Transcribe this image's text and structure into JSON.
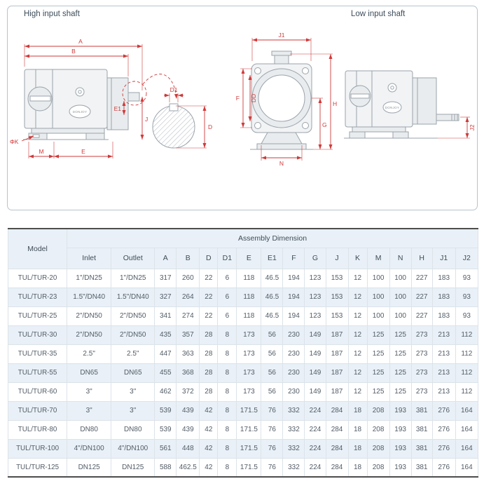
{
  "diagram": {
    "high_label": "High input shaft",
    "low_label": "Low input shaft",
    "brand": "DONJOY",
    "labels": {
      "a": "A",
      "b": "B",
      "e1": "E1",
      "j": "J",
      "phi_k": "ΦK",
      "m": "M",
      "e": "E",
      "d1": "D1",
      "d": "D",
      "j1": "J1",
      "f": "F",
      "dd": "DD",
      "g": "G",
      "h": "H",
      "n": "N",
      "j2": "J2"
    }
  },
  "table": {
    "header": {
      "model": "Model",
      "assembly": "Assembly Dimension",
      "cols": [
        "Inlet",
        "Outlet",
        "A",
        "B",
        "D",
        "D1",
        "E",
        "E1",
        "F",
        "G",
        "J",
        "K",
        "M",
        "N",
        "H",
        "J1",
        "J2"
      ]
    },
    "rows": [
      {
        "model": "TUL/TUR-20",
        "cells": [
          "1\"/DN25",
          "1\"/DN25",
          "317",
          "260",
          "22",
          "6",
          "118",
          "46.5",
          "194",
          "123",
          "153",
          "12",
          "100",
          "100",
          "227",
          "183",
          "93"
        ]
      },
      {
        "model": "TUL/TUR-23",
        "cells": [
          "1.5\"/DN40",
          "1.5\"/DN40",
          "327",
          "264",
          "22",
          "6",
          "118",
          "46.5",
          "194",
          "123",
          "153",
          "12",
          "100",
          "100",
          "227",
          "183",
          "93"
        ]
      },
      {
        "model": "TUL/TUR-25",
        "cells": [
          "2\"/DN50",
          "2\"/DN50",
          "341",
          "274",
          "22",
          "6",
          "118",
          "46.5",
          "194",
          "123",
          "153",
          "12",
          "100",
          "100",
          "227",
          "183",
          "93"
        ]
      },
      {
        "model": "TUL/TUR-30",
        "cells": [
          "2\"/DN50",
          "2\"/DN50",
          "435",
          "357",
          "28",
          "8",
          "173",
          "56",
          "230",
          "149",
          "187",
          "12",
          "125",
          "125",
          "273",
          "213",
          "112"
        ]
      },
      {
        "model": "TUL/TUR-35",
        "cells": [
          "2.5\"",
          "2.5\"",
          "447",
          "363",
          "28",
          "8",
          "173",
          "56",
          "230",
          "149",
          "187",
          "12",
          "125",
          "125",
          "273",
          "213",
          "112"
        ]
      },
      {
        "model": "TUL/TUR-55",
        "cells": [
          "DN65",
          "DN65",
          "455",
          "368",
          "28",
          "8",
          "173",
          "56",
          "230",
          "149",
          "187",
          "12",
          "125",
          "125",
          "273",
          "213",
          "112"
        ]
      },
      {
        "model": "TUL/TUR-60",
        "cells": [
          "3\"",
          "3\"",
          "462",
          "372",
          "28",
          "8",
          "173",
          "56",
          "230",
          "149",
          "187",
          "12",
          "125",
          "125",
          "273",
          "213",
          "112"
        ]
      },
      {
        "model": "TUL/TUR-70",
        "cells": [
          "3\"",
          "3\"",
          "539",
          "439",
          "42",
          "8",
          "171.5",
          "76",
          "332",
          "224",
          "284",
          "18",
          "208",
          "193",
          "381",
          "276",
          "164"
        ]
      },
      {
        "model": "TUL/TUR-80",
        "cells": [
          "DN80",
          "DN80",
          "539",
          "439",
          "42",
          "8",
          "171.5",
          "76",
          "332",
          "224",
          "284",
          "18",
          "208",
          "193",
          "381",
          "276",
          "164"
        ]
      },
      {
        "model": "TUL/TUR-100",
        "cells": [
          "4\"/DN100",
          "4\"/DN100",
          "561",
          "448",
          "42",
          "8",
          "171.5",
          "76",
          "332",
          "224",
          "284",
          "18",
          "208",
          "193",
          "381",
          "276",
          "164"
        ]
      },
      {
        "model": "TUL/TUR-125",
        "cells": [
          "DN125",
          "DN125",
          "588",
          "462.5",
          "42",
          "8",
          "171.5",
          "76",
          "332",
          "224",
          "284",
          "18",
          "208",
          "193",
          "381",
          "276",
          "164"
        ]
      }
    ]
  }
}
